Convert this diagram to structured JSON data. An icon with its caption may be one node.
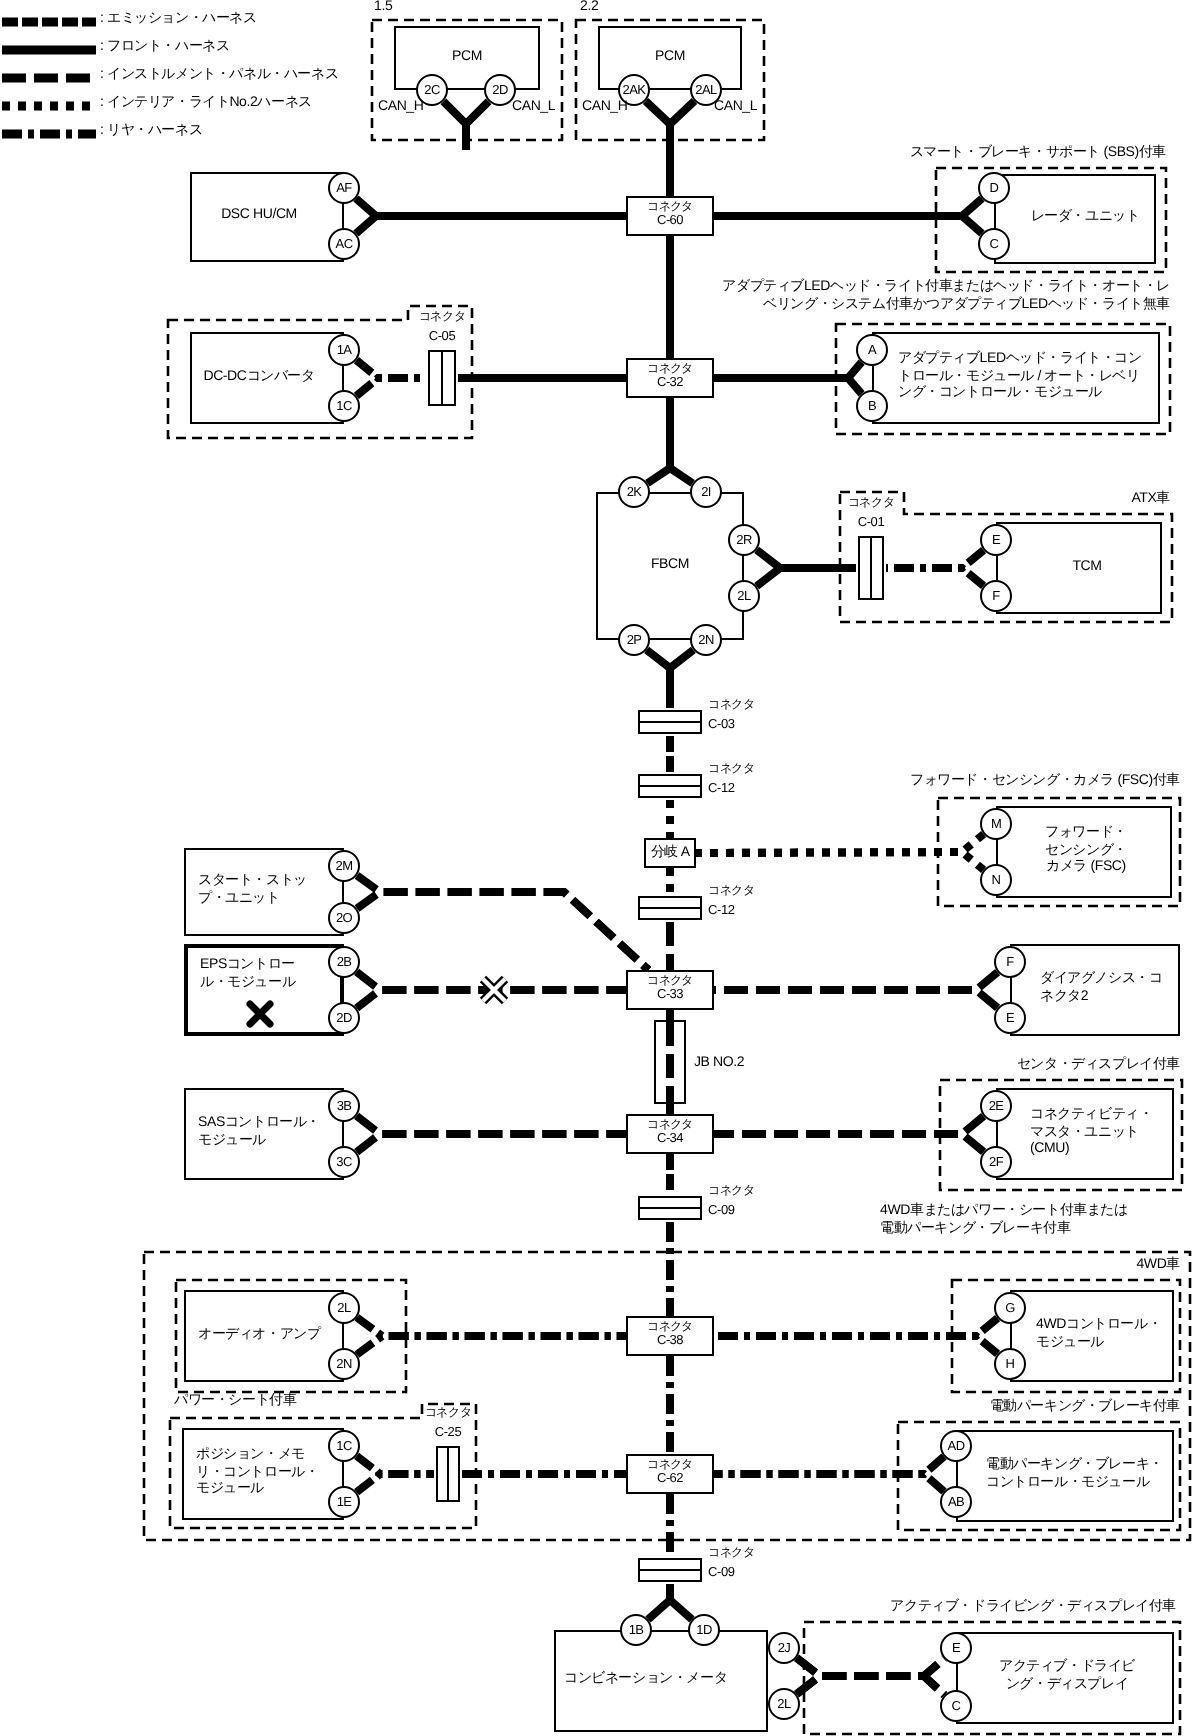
{
  "diagram": {
    "nodes": [
      {
        "text": [
          "1.5"
        ]
      },
      {
        "text": [
          "PCM"
        ],
        "in": 0
      },
      {
        "text": [
          "2C"
        ],
        "in": 0
      },
      {
        "text": [
          "2D"
        ],
        "in": 0
      },
      {
        "text": [
          "2.2"
        ]
      },
      {
        "text": [
          "PCM"
        ],
        "in": 4
      },
      {
        "text": [
          "2AK"
        ],
        "in": 4
      },
      {
        "text": [
          "2AL"
        ],
        "in": 4
      },
      {
        "text": [
          "DSC HU/CM"
        ]
      },
      {
        "text": [
          "AF"
        ]
      },
      {
        "text": [
          "AC"
        ]
      },
      {
        "text": [
          "コネクタ",
          "C-60"
        ]
      },
      {
        "text": [
          "スマート・ブレーキ・サポート (SBS)付車"
        ]
      },
      {
        "text": [
          "レーダ・ユニット"
        ],
        "in": 12
      },
      {
        "text": [
          "D"
        ],
        "in": 12
      },
      {
        "text": [
          "C"
        ],
        "in": 12
      },
      {
        "text": [],
        "shape": "box"
      },
      {
        "text": [
          "DC-DCコンバータ"
        ],
        "in": 16
      },
      {
        "text": [
          "1A"
        ],
        "in": 16
      },
      {
        "text": [
          "1C"
        ],
        "in": 16
      },
      {
        "text": [
          "コネクタ",
          "C-05"
        ],
        "in": 16
      },
      {
        "text": [
          "コネクタ",
          "C-32"
        ]
      },
      {
        "text": [
          "アダプティブLEDヘッド・ライト付車またはヘッド・ライト・オート・レベリング・システム付車かつアダプティブLEDヘッド・ライト無車"
        ]
      },
      {
        "text": [
          "アダプティブLEDヘッド・ライト・コントロール・モジュール / オート・レベリング・コントロール・モジュール"
        ],
        "in": 22
      },
      {
        "text": [
          "A"
        ],
        "in": 22
      },
      {
        "text": [
          "B"
        ],
        "in": 22
      },
      {
        "text": [
          "FBCM"
        ]
      },
      {
        "text": [
          "2K"
        ]
      },
      {
        "text": [
          "2I"
        ]
      },
      {
        "text": [
          "2R"
        ]
      },
      {
        "text": [
          "2L"
        ]
      },
      {
        "text": [
          "2P"
        ]
      },
      {
        "text": [
          "2N"
        ]
      },
      {
        "text": [
          "ATX車"
        ]
      },
      {
        "text": [
          "コネクタ",
          "C-01"
        ],
        "in": 33
      },
      {
        "text": [
          "TCM"
        ],
        "in": 33
      },
      {
        "text": [
          "E"
        ],
        "in": 33
      },
      {
        "text": [
          "F"
        ],
        "in": 33
      },
      {
        "text": [
          "コネクタ",
          "C-03"
        ]
      },
      {
        "text": [
          "コネクタ",
          "C-12"
        ]
      },
      {
        "text": [
          "分岐 A"
        ]
      },
      {
        "text": [
          "フォワード・センシング・カメラ (FSC)付車"
        ]
      },
      {
        "text": [
          "フォワード・センシング・カメラ (FSC)"
        ],
        "in": 41
      },
      {
        "text": [
          "M"
        ],
        "in": 41
      },
      {
        "text": [
          "N"
        ],
        "in": 41
      },
      {
        "text": [
          "コネクタ",
          "C-12"
        ]
      },
      {
        "text": [
          "スタート・ストップ・ユニット"
        ]
      },
      {
        "text": [
          "2M"
        ]
      },
      {
        "text": [
          "2O"
        ]
      },
      {
        "text": [
          "EPSコントロール・モジュール"
        ]
      },
      {
        "text": [
          "2B"
        ]
      },
      {
        "text": [
          "2D"
        ]
      },
      {
        "text": [
          "コネクタ",
          "C-33"
        ]
      },
      {
        "text": [
          "ダイアグノシス・コネクタ2"
        ]
      },
      {
        "text": [
          "F"
        ]
      },
      {
        "text": [
          "E"
        ]
      },
      {
        "text": [
          "JB NO.2"
        ]
      },
      {
        "text": [
          "SASコントロール・モジュール"
        ]
      },
      {
        "text": [
          "3B"
        ]
      },
      {
        "text": [
          "3C"
        ]
      },
      {
        "text": [
          "コネクタ",
          "C-34"
        ]
      },
      {
        "text": [
          "センタ・ディスプレイ付車"
        ]
      },
      {
        "text": [
          "コネクティビティ・マスタ・ユニット (CMU)"
        ],
        "in": 61
      },
      {
        "text": [
          "2E"
        ],
        "in": 61
      },
      {
        "text": [
          "2F"
        ],
        "in": 61
      },
      {
        "text": [
          "コネクタ",
          "C-09"
        ]
      },
      {
        "text": [
          "4WD車またはパワー・シート付車または電動パーキング・ブレーキ付車"
        ]
      },
      {
        "text": [],
        "shape": "box",
        "in": 66
      },
      {
        "text": [
          "オーディオ・アンプ"
        ],
        "in": 67
      },
      {
        "text": [
          "2L"
        ],
        "in": 67
      },
      {
        "text": [
          "2N"
        ],
        "in": 67
      },
      {
        "text": [
          "コネクタ",
          "C-38"
        ],
        "in": 66
      },
      {
        "text": [
          "4WD車"
        ],
        "in": 66
      },
      {
        "text": [
          "4WDコントロール・モジュール"
        ],
        "in": 72
      },
      {
        "text": [
          "G"
        ],
        "in": 72
      },
      {
        "text": [
          "H"
        ],
        "in": 72
      },
      {
        "text": [
          "パワー・シート付車"
        ],
        "in": 66
      },
      {
        "text": [
          "ポジション・メモリ・コントロール・モジュール"
        ],
        "in": 76
      },
      {
        "text": [
          "1C"
        ],
        "in": 76
      },
      {
        "text": [
          "1E"
        ],
        "in": 76
      },
      {
        "text": [
          "コネクタ",
          "C-25"
        ],
        "in": 76
      },
      {
        "text": [
          "コネクタ",
          "C-62"
        ],
        "in": 66
      },
      {
        "text": [
          "電動パーキング・ブレーキ付車"
        ],
        "in": 66
      },
      {
        "text": [
          "電動パーキング・ブレーキ・コントロール・モジュール"
        ],
        "in": 82
      },
      {
        "text": [
          "AD"
        ],
        "in": 82
      },
      {
        "text": [
          "AB"
        ],
        "in": 82
      },
      {
        "text": [
          "コネクタ",
          "C-09"
        ]
      },
      {
        "text": [
          "コンビネーション・メータ"
        ]
      },
      {
        "text": [
          "1B"
        ]
      },
      {
        "text": [
          "1D"
        ]
      },
      {
        "text": [
          "アクティブ・ドライビング・ディスプレイ付車"
        ]
      },
      {
        "text": [
          "2J"
        ]
      },
      {
        "text": [
          "2L"
        ]
      },
      {
        "text": [
          "アクティブ・ドライビング・ディスプレイ"
        ],
        "in": 90
      },
      {
        "text": [
          "E"
        ],
        "in": 90
      },
      {
        "text": [
          "C"
        ],
        "in": 90
      }
    ],
    "edges": [
      {
        "from": 2,
        "to": null,
        "arrow": "none"
      },
      {
        "from": 3,
        "to": null,
        "arrow": "none"
      },
      {
        "from": 6,
        "to": 11,
        "arrow": "none"
      },
      {
        "from": 7,
        "to": 11,
        "arrow": "none"
      },
      {
        "from": 9,
        "to": 11,
        "arrow": "none"
      },
      {
        "from": 10,
        "to": 11,
        "arrow": "none"
      },
      {
        "from": 14,
        "to": 11,
        "arrow": "none"
      },
      {
        "from": 15,
        "to": 11,
        "arrow": "none"
      },
      {
        "from": 11,
        "to": 21,
        "arrow": "none"
      },
      {
        "from": 20,
        "to": 21,
        "arrow": "none"
      },
      {
        "from": 18,
        "to": 20,
        "arrow": "none",
        "style": "dashed"
      },
      {
        "from": 19,
        "to": 20,
        "arrow": "none",
        "style": "dashed"
      },
      {
        "from": 24,
        "to": 21,
        "arrow": "none"
      },
      {
        "from": 25,
        "to": 21,
        "arrow": "none"
      },
      {
        "from": 27,
        "to": 21,
        "arrow": "none"
      },
      {
        "from": 28,
        "to": 21,
        "arrow": "none"
      },
      {
        "from": 29,
        "to": 34,
        "arrow": "none"
      },
      {
        "from": 30,
        "to": 34,
        "arrow": "none"
      },
      {
        "from": 36,
        "to": 34,
        "arrow": "none",
        "style": "dashed"
      },
      {
        "from": 37,
        "to": 34,
        "arrow": "none",
        "style": "dashed"
      },
      {
        "from": 31,
        "to": 38,
        "arrow": "none"
      },
      {
        "from": 32,
        "to": 38,
        "arrow": "none"
      },
      {
        "from": 38,
        "to": 39,
        "arrow": "none",
        "style": "dashed"
      },
      {
        "from": 39,
        "to": 40,
        "arrow": "none",
        "style": "dashed"
      },
      {
        "from": 40,
        "to": 45,
        "arrow": "none",
        "style": "dashed"
      },
      {
        "from": 43,
        "to": 40,
        "arrow": "none",
        "style": "dashed"
      },
      {
        "from": 44,
        "to": 40,
        "arrow": "none",
        "style": "dashed"
      },
      {
        "from": 45,
        "to": 52,
        "arrow": "none",
        "style": "dashed"
      },
      {
        "from": 47,
        "to": 52,
        "arrow": "none",
        "style": "dashed"
      },
      {
        "from": 48,
        "to": 52,
        "arrow": "none",
        "style": "dashed"
      },
      {
        "from": 50,
        "to": 52,
        "arrow": "none",
        "style": "dashed"
      },
      {
        "from": 51,
        "to": 52,
        "arrow": "none",
        "style": "dashed"
      },
      {
        "from": 54,
        "to": 52,
        "arrow": "none",
        "style": "dashed"
      },
      {
        "from": 55,
        "to": 52,
        "arrow": "none",
        "style": "dashed"
      },
      {
        "from": 52,
        "to": 56,
        "arrow": "none",
        "style": "dashed"
      },
      {
        "from": 58,
        "to": 60,
        "arrow": "none",
        "style": "dashed"
      },
      {
        "from": 59,
        "to": 60,
        "arrow": "none",
        "style": "dashed"
      },
      {
        "from": 63,
        "to": 60,
        "arrow": "none",
        "style": "dashed"
      },
      {
        "from": 64,
        "to": 60,
        "arrow": "none",
        "style": "dashed"
      },
      {
        "from": 60,
        "to": 65,
        "arrow": "none",
        "style": "dashed"
      },
      {
        "from": 65,
        "to": 71,
        "arrow": "none",
        "style": "dashed"
      },
      {
        "from": 69,
        "to": 71,
        "arrow": "none",
        "style": "dashed"
      },
      {
        "from": 70,
        "to": 71,
        "arrow": "none",
        "style": "dashed"
      },
      {
        "from": 74,
        "to": 71,
        "arrow": "none",
        "style": "dashed"
      },
      {
        "from": 75,
        "to": 71,
        "arrow": "none",
        "style": "dashed"
      },
      {
        "from": 71,
        "to": 81,
        "arrow": "none",
        "style": "dashed"
      },
      {
        "from": 80,
        "to": 81,
        "arrow": "none",
        "style": "dashed"
      },
      {
        "from": 78,
        "to": 80,
        "arrow": "none",
        "style": "dashed"
      },
      {
        "from": 79,
        "to": 80,
        "arrow": "none",
        "style": "dashed"
      },
      {
        "from": 84,
        "to": 81,
        "arrow": "none",
        "style": "dashed"
      },
      {
        "from": 85,
        "to": 81,
        "arrow": "none",
        "style": "dashed"
      },
      {
        "from": 81,
        "to": 86,
        "arrow": "none",
        "style": "dashed"
      },
      {
        "from": 86,
        "to": 88,
        "arrow": "none"
      },
      {
        "from": 86,
        "to": 89,
        "arrow": "none"
      },
      {
        "from": 91,
        "to": 94,
        "arrow": "none",
        "style": "dashed"
      },
      {
        "from": 91,
        "to": 95,
        "arrow": "none",
        "style": "dashed"
      },
      {
        "from": 92,
        "to": 94,
        "arrow": "none",
        "style": "dashed"
      },
      {
        "from": 92,
        "to": 95,
        "arrow": "none",
        "style": "dashed"
      },
      {
        "from": 56,
        "to": 60,
        "arrow": "none",
        "style": "dashed"
      }
    ],
    "labels": [
      "CAN_H",
      "CAN_L",
      "CAN_H",
      "CAN_L"
    ],
    "legend": [
      {
        "text": ": エミッション・ハーネス"
      },
      {
        "text": ": フロント・ハーネス"
      },
      {
        "text": ": インストルメント・パネル・ハーネス"
      },
      {
        "text": ": インテリア・ライトNo.2ハーネス"
      },
      {
        "text": ": リヤ・ハーネス"
      }
    ]
  }
}
